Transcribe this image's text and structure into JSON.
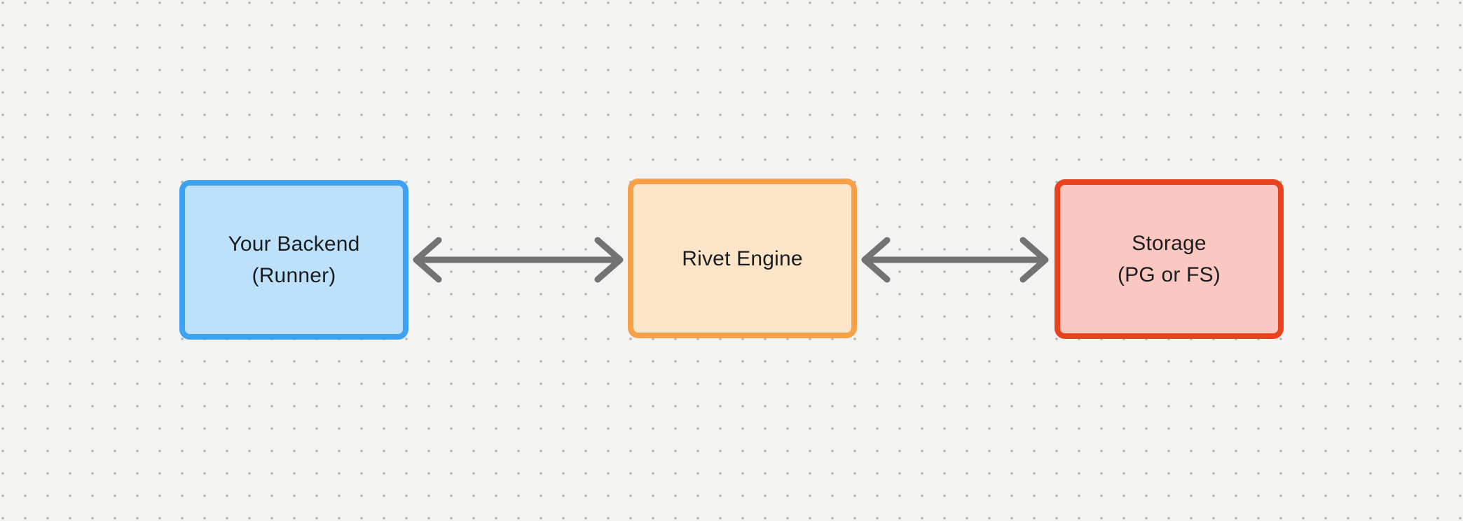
{
  "diagram": {
    "title": "Rivet Engine architecture diagram",
    "nodes": [
      {
        "id": "your-backend",
        "line1": "Your Backend",
        "line2": "(Runner)",
        "fill": "#BEE1FB",
        "border": "#3EA2F4"
      },
      {
        "id": "rivet-engine",
        "line1": "Rivet Engine",
        "line2": "",
        "fill": "#FCE4C8",
        "border": "#F8A048"
      },
      {
        "id": "storage",
        "line1": "Storage",
        "line2": "(PG or FS)",
        "fill": "#FAC7C1",
        "border": "#E8431C"
      }
    ],
    "edges": [
      {
        "from": "your-backend",
        "to": "rivet-engine",
        "direction": "bidirectional"
      },
      {
        "from": "rivet-engine",
        "to": "storage",
        "direction": "bidirectional"
      }
    ],
    "colors": {
      "background": "#F3F3F2",
      "dot": "#B8B8B8",
      "arrow": "#737373",
      "text": "#1C1D21"
    }
  }
}
